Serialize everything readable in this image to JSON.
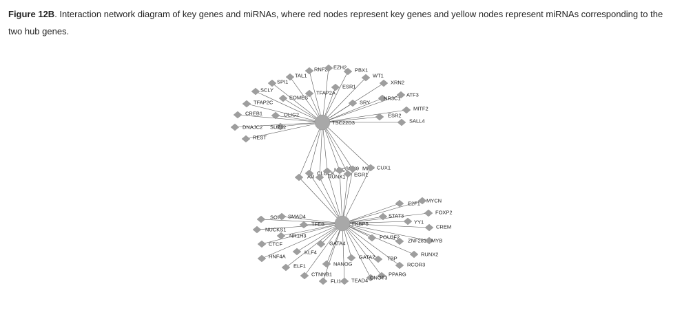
{
  "caption": {
    "label": "Figure 12B",
    "text": ". Interaction network diagram of key genes and miRNAs, where red nodes represent key genes and yellow nodes represent miRNAs corresponding to the two hub genes."
  },
  "network": {
    "hubs": [
      "TSC22D3",
      "FKBP5"
    ],
    "hub1_targets": [
      "TAL1",
      "RNF2",
      "EZH2",
      "PBX1",
      "SPI1",
      "WT1",
      "ESR1",
      "XRN2",
      "TFAP2A",
      "SCLY",
      "EOMES",
      "NR3C1",
      "ATF3",
      "TFAP2C",
      "SRY",
      "MITF2",
      "CREB1",
      "OLIG2",
      "ESR2",
      "SALL4",
      "DNAJC2",
      "SUZ12",
      "REST"
    ],
    "shared_targets": [
      "AR",
      "CLOCK",
      "MYC",
      "SOX9",
      "MITF",
      "CUX1",
      "RUNX1",
      "EGR1"
    ],
    "hub2_targets": [
      "E2F1",
      "MYCN",
      "FOXP2",
      "STAT3",
      "YY1",
      "SOX2",
      "SMAD4",
      "CREM",
      "NUCKS1",
      "TFEB",
      "NR1H3",
      "POU3F2",
      "ZNF281",
      "MYB",
      "CTCF",
      "GATA4",
      "KLF4",
      "HNF4A",
      "RUNX2",
      "GATA2",
      "TBP",
      "ELF1",
      "NANOG",
      "RCOR3",
      "PPARG",
      "CTNNB1",
      "FLI1",
      "TEAD4",
      "CNOT3"
    ]
  },
  "colors": {
    "node": "#9e9e9e",
    "edge": "#555555"
  }
}
